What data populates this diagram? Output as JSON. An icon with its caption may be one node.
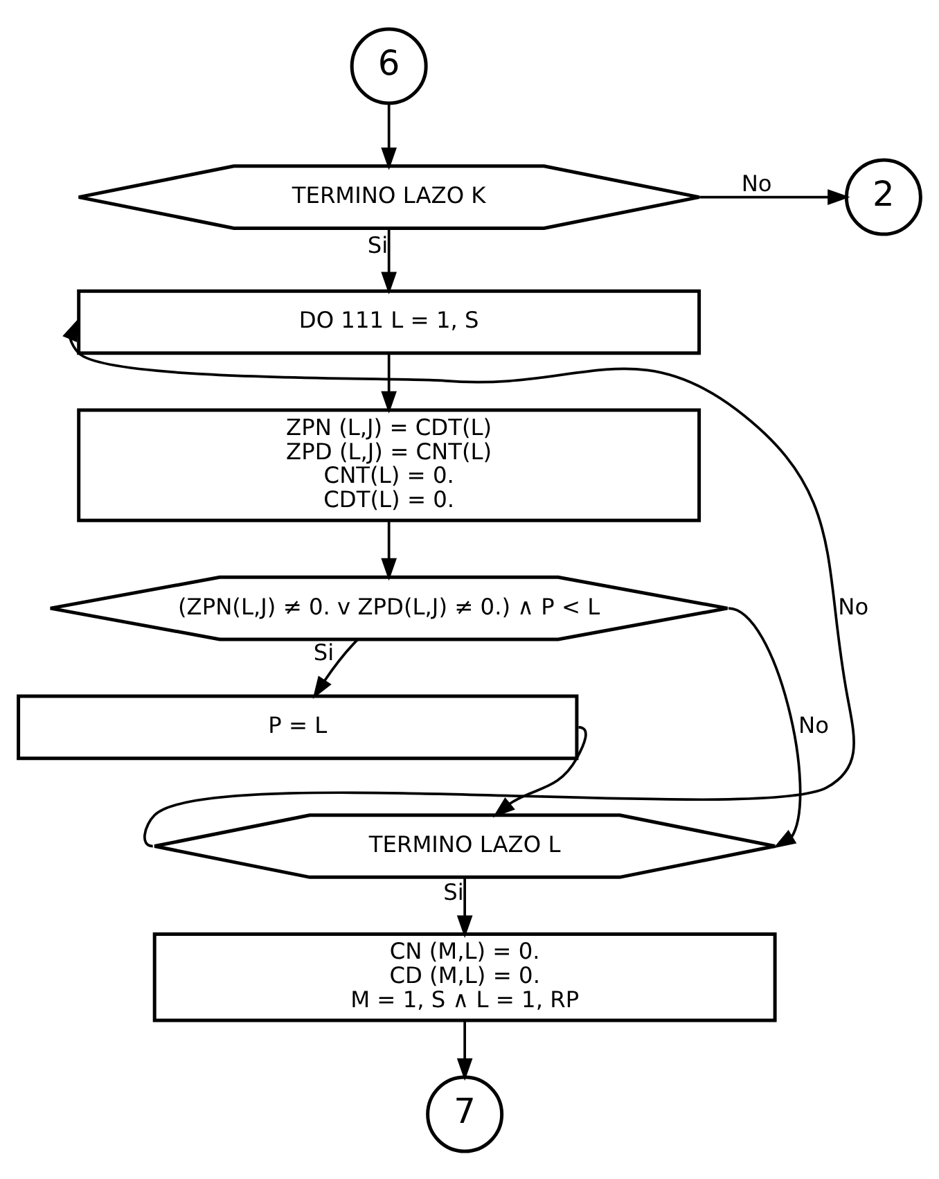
{
  "diagram": {
    "nodes": [
      {
        "text": [
          "6"
        ]
      },
      {
        "text": [
          "TERMINO LAZO K"
        ]
      },
      {
        "text": [
          "2"
        ]
      },
      {
        "text": [
          "DO 111 L = 1, S"
        ]
      },
      {
        "text": [
          "ZPN (L,J) = CDT(L) ZPD (L,J) = CNT(L) CNT(L) = 0. CDT(L) = 0."
        ]
      },
      {
        "text": [
          "(ZPN(L,J) ≠ 0. v ZPD(L,J) ≠ 0.) ∧ P < L"
        ]
      },
      {
        "text": [
          "P = L"
        ]
      },
      {
        "text": [
          "TERMINO LAZO L"
        ]
      },
      {
        "text": [
          "CN (M,L) = 0. CD (M,L) = 0. M = 1, S ∧ L = 1, RP"
        ]
      },
      {
        "text": [
          "7"
        ]
      }
    ],
    "edges": [
      {
        "from": 0,
        "to": 1,
        "arrow": "to"
      },
      {
        "from": 1,
        "to": 2,
        "arrow": "to",
        "label": "No"
      },
      {
        "from": 1,
        "to": 3,
        "arrow": "to",
        "label": "Si"
      },
      {
        "from": 3,
        "to": 4,
        "arrow": "to"
      },
      {
        "from": 4,
        "to": 5,
        "arrow": "to"
      },
      {
        "from": 5,
        "to": 6,
        "arrow": "to",
        "label": "Si"
      },
      {
        "from": 5,
        "to": 7,
        "arrow": "to",
        "label": "No"
      },
      {
        "from": 6,
        "to": 7,
        "arrow": "to"
      },
      {
        "from": 7,
        "to": 3,
        "arrow": "to",
        "label": "No"
      },
      {
        "from": 7,
        "to": 8,
        "arrow": "to",
        "label": "Si"
      },
      {
        "from": 8,
        "to": 9,
        "arrow": "to"
      }
    ]
  }
}
